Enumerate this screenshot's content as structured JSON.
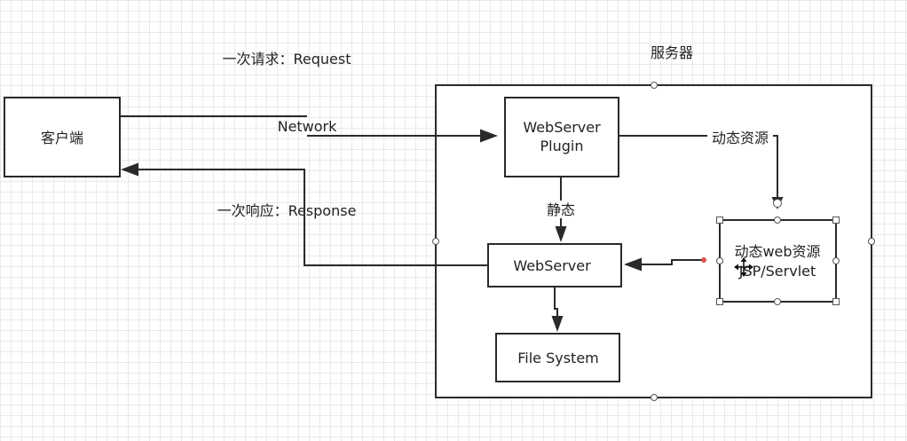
{
  "diagram": {
    "server_title": "服务器",
    "request_label": "一次请求：Request",
    "response_label": "一次响应：Response",
    "network_label": "Network",
    "static_label": "静态",
    "dynamic_label": "动态资源",
    "nodes": {
      "client": "客户端",
      "plugin_line1": "WebServer",
      "plugin_line2": "Plugin",
      "webserver": "WebServer",
      "filesystem": "File System",
      "dynamic_line1": "动态web资源",
      "dynamic_line2": "JSP/Servlet"
    },
    "colors": {
      "stroke": "#2a2a2a",
      "grid": "#e9e9e9",
      "selection_point": "#d9534f"
    }
  }
}
